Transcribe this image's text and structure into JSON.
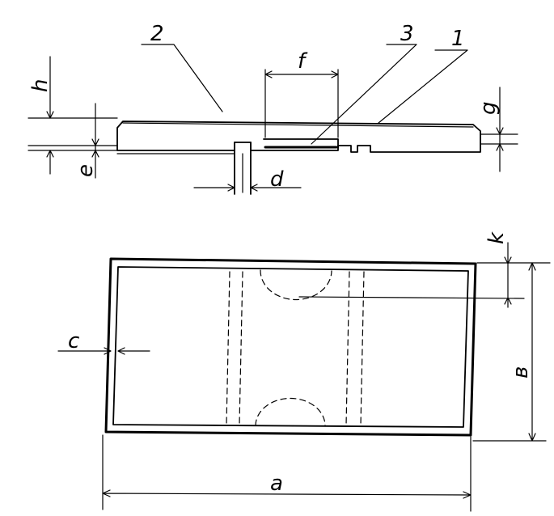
{
  "labels": {
    "part1": "1",
    "part2": "2",
    "part3": "3",
    "a": "a",
    "b": "в",
    "c": "c",
    "d": "d",
    "e": "e",
    "f": "f",
    "g": "g",
    "h": "h",
    "k": "k"
  }
}
